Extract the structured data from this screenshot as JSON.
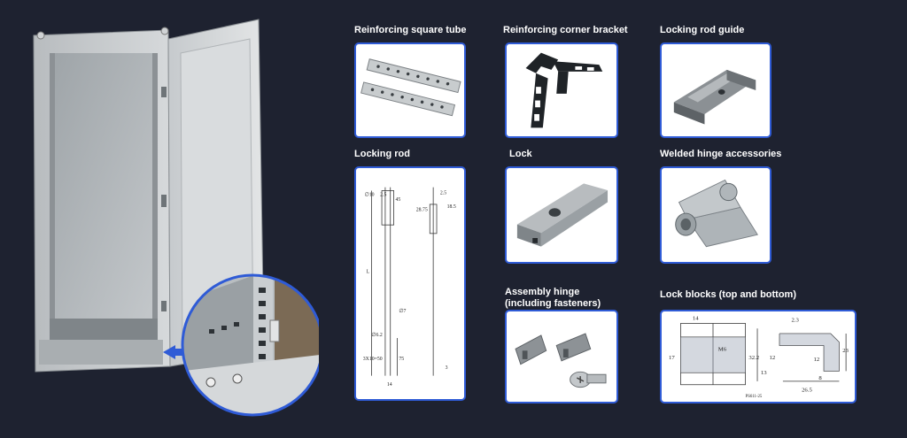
{
  "accent_color": "#2f5bd6",
  "background_color": "#1e2230",
  "products": [
    {
      "label": "Reinforcing square tube",
      "icon": "square-tube-image"
    },
    {
      "label": "Reinforcing corner bracket",
      "icon": "corner-bracket-image"
    },
    {
      "label": "Locking rod guide",
      "icon": "rod-guide-image"
    },
    {
      "label": "Locking rod",
      "icon": "locking-rod-drawing"
    },
    {
      "label": "Lock",
      "icon": "lock-image"
    },
    {
      "label": "Welded hinge accessories",
      "icon": "welded-hinge-image"
    },
    {
      "label_line1": "Assembly hinge",
      "label_line2": "(including fasteners)",
      "icon": "assembly-hinge-image"
    },
    {
      "label": "Lock blocks (top and bottom)",
      "icon": "lock-blocks-drawing"
    }
  ],
  "drawing_rod": {
    "d1": "∅10",
    "d2": "2.5",
    "d3": "45",
    "d4": "∅7",
    "d5": "∅6.2",
    "d6": "L",
    "d7": "28.75",
    "d8": "18.5",
    "d9": "3X10=50",
    "d10": "75",
    "d11": "14",
    "d12": "2.5",
    "d13": "3"
  },
  "drawing_blocks": {
    "w1": "14",
    "h1": "17",
    "m": "M6",
    "h2": "32.2",
    "h3": "13",
    "w2": "2.3",
    "h4": "12",
    "h5": "12",
    "h6": "23",
    "w3": "8",
    "w4": "26.5",
    "code": "PS611-25"
  }
}
